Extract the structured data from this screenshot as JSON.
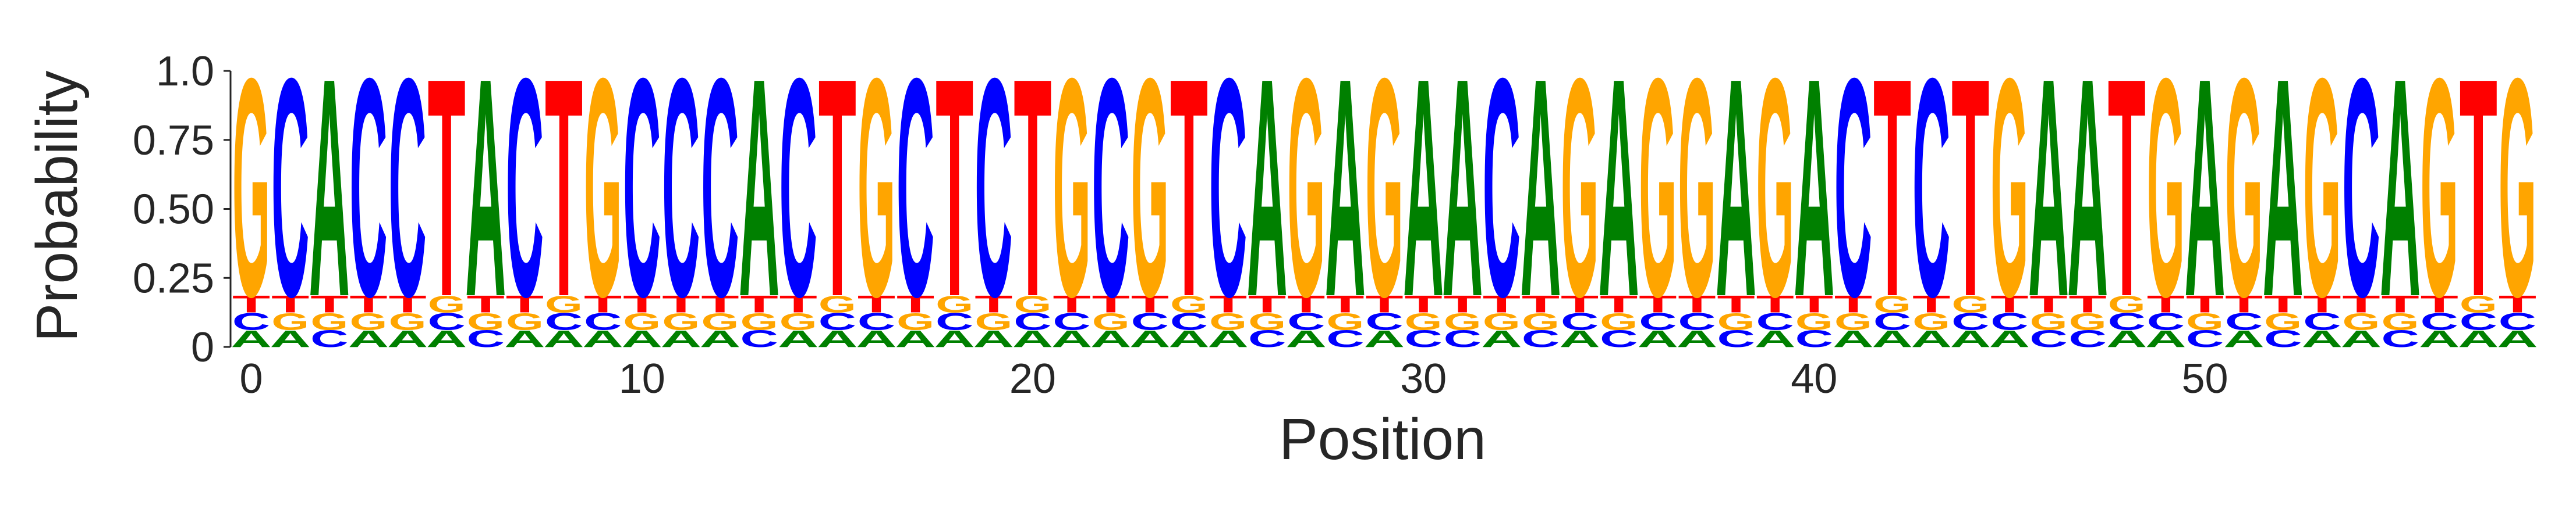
{
  "chart_data": {
    "type": "sequence-logo",
    "title": "",
    "xlabel": "Position",
    "ylabel": "Probability",
    "ylim": [
      0,
      1.0
    ],
    "xlim": [
      -0.5,
      58.5
    ],
    "yticks": [
      "0",
      "0.25",
      "0.50",
      "0.75",
      "1.0"
    ],
    "ytick_values": [
      0,
      0.25,
      0.5,
      0.75,
      1.0
    ],
    "xticks": [
      "0",
      "10",
      "20",
      "30",
      "40",
      "50"
    ],
    "xtick_values": [
      0,
      10,
      20,
      30,
      40,
      50
    ],
    "alphabet": [
      "A",
      "C",
      "G",
      "T"
    ],
    "colors": {
      "A": "#008000",
      "C": "#0000ff",
      "G": "#ffa500",
      "T": "#ff0000"
    },
    "background_probability": 0.0625,
    "stack_order_bottom_to_top": [
      "A",
      "C",
      "G",
      "T"
    ],
    "consensus": "GCACCTACTGCCCACTGCTCTGCGTCAGAGAACAGAGGAGACTCTGAATGAGAGCAGTG",
    "positions": [
      {
        "pos": 0,
        "dominant": "G",
        "dominant_prob": 0.8125
      },
      {
        "pos": 1,
        "dominant": "C",
        "dominant_prob": 0.8125
      },
      {
        "pos": 2,
        "dominant": "A",
        "dominant_prob": 0.8125
      },
      {
        "pos": 3,
        "dominant": "C",
        "dominant_prob": 0.8125
      },
      {
        "pos": 4,
        "dominant": "C",
        "dominant_prob": 0.8125
      },
      {
        "pos": 5,
        "dominant": "T",
        "dominant_prob": 0.8125
      },
      {
        "pos": 6,
        "dominant": "A",
        "dominant_prob": 0.8125
      },
      {
        "pos": 7,
        "dominant": "C",
        "dominant_prob": 0.8125
      },
      {
        "pos": 8,
        "dominant": "T",
        "dominant_prob": 0.8125
      },
      {
        "pos": 9,
        "dominant": "G",
        "dominant_prob": 0.8125
      },
      {
        "pos": 10,
        "dominant": "C",
        "dominant_prob": 0.8125
      },
      {
        "pos": 11,
        "dominant": "C",
        "dominant_prob": 0.8125
      },
      {
        "pos": 12,
        "dominant": "C",
        "dominant_prob": 0.8125
      },
      {
        "pos": 13,
        "dominant": "A",
        "dominant_prob": 0.8125
      },
      {
        "pos": 14,
        "dominant": "C",
        "dominant_prob": 0.8125
      },
      {
        "pos": 15,
        "dominant": "T",
        "dominant_prob": 0.8125
      },
      {
        "pos": 16,
        "dominant": "G",
        "dominant_prob": 0.8125
      },
      {
        "pos": 17,
        "dominant": "C",
        "dominant_prob": 0.8125
      },
      {
        "pos": 18,
        "dominant": "T",
        "dominant_prob": 0.8125
      },
      {
        "pos": 19,
        "dominant": "C",
        "dominant_prob": 0.8125
      },
      {
        "pos": 20,
        "dominant": "T",
        "dominant_prob": 0.8125
      },
      {
        "pos": 21,
        "dominant": "G",
        "dominant_prob": 0.8125
      },
      {
        "pos": 22,
        "dominant": "C",
        "dominant_prob": 0.8125
      },
      {
        "pos": 23,
        "dominant": "G",
        "dominant_prob": 0.8125
      },
      {
        "pos": 24,
        "dominant": "T",
        "dominant_prob": 0.8125
      },
      {
        "pos": 25,
        "dominant": "C",
        "dominant_prob": 0.8125
      },
      {
        "pos": 26,
        "dominant": "A",
        "dominant_prob": 0.8125
      },
      {
        "pos": 27,
        "dominant": "G",
        "dominant_prob": 0.8125
      },
      {
        "pos": 28,
        "dominant": "A",
        "dominant_prob": 0.8125
      },
      {
        "pos": 29,
        "dominant": "G",
        "dominant_prob": 0.8125
      },
      {
        "pos": 30,
        "dominant": "A",
        "dominant_prob": 0.8125
      },
      {
        "pos": 31,
        "dominant": "A",
        "dominant_prob": 0.8125
      },
      {
        "pos": 32,
        "dominant": "C",
        "dominant_prob": 0.8125
      },
      {
        "pos": 33,
        "dominant": "A",
        "dominant_prob": 0.8125
      },
      {
        "pos": 34,
        "dominant": "G",
        "dominant_prob": 0.8125
      },
      {
        "pos": 35,
        "dominant": "A",
        "dominant_prob": 0.8125
      },
      {
        "pos": 36,
        "dominant": "G",
        "dominant_prob": 0.8125
      },
      {
        "pos": 37,
        "dominant": "G",
        "dominant_prob": 0.8125
      },
      {
        "pos": 38,
        "dominant": "A",
        "dominant_prob": 0.8125
      },
      {
        "pos": 39,
        "dominant": "G",
        "dominant_prob": 0.8125
      },
      {
        "pos": 40,
        "dominant": "A",
        "dominant_prob": 0.8125
      },
      {
        "pos": 41,
        "dominant": "C",
        "dominant_prob": 0.8125
      },
      {
        "pos": 42,
        "dominant": "T",
        "dominant_prob": 0.8125
      },
      {
        "pos": 43,
        "dominant": "C",
        "dominant_prob": 0.8125
      },
      {
        "pos": 44,
        "dominant": "T",
        "dominant_prob": 0.8125
      },
      {
        "pos": 45,
        "dominant": "G",
        "dominant_prob": 0.8125
      },
      {
        "pos": 46,
        "dominant": "A",
        "dominant_prob": 0.8125
      },
      {
        "pos": 47,
        "dominant": "A",
        "dominant_prob": 0.8125
      },
      {
        "pos": 48,
        "dominant": "T",
        "dominant_prob": 0.8125
      },
      {
        "pos": 49,
        "dominant": "G",
        "dominant_prob": 0.8125
      },
      {
        "pos": 50,
        "dominant": "A",
        "dominant_prob": 0.8125
      },
      {
        "pos": 51,
        "dominant": "G",
        "dominant_prob": 0.8125
      },
      {
        "pos": 52,
        "dominant": "A",
        "dominant_prob": 0.8125
      },
      {
        "pos": 53,
        "dominant": "G",
        "dominant_prob": 0.8125
      },
      {
        "pos": 54,
        "dominant": "C",
        "dominant_prob": 0.8125
      },
      {
        "pos": 55,
        "dominant": "A",
        "dominant_prob": 0.8125
      },
      {
        "pos": 56,
        "dominant": "G",
        "dominant_prob": 0.8125
      },
      {
        "pos": 57,
        "dominant": "T",
        "dominant_prob": 0.8125
      },
      {
        "pos": 58,
        "dominant": "G",
        "dominant_prob": 0.8125
      }
    ],
    "grid": false,
    "legend": "none"
  }
}
